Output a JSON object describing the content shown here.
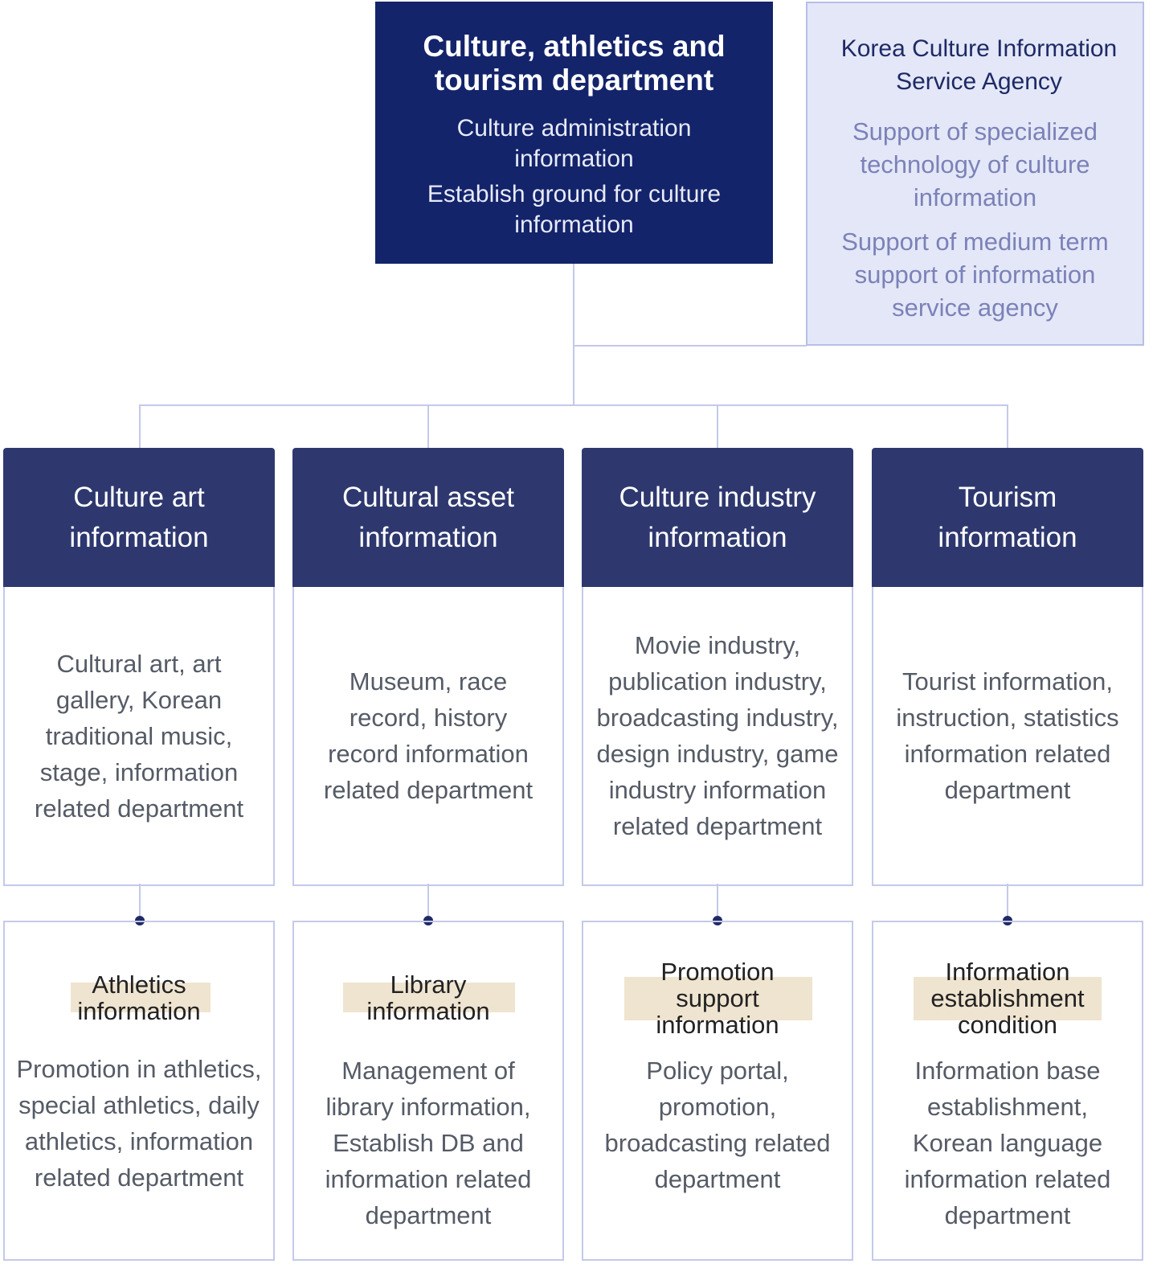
{
  "main_department": {
    "title": "Culture, athletics and tourism department",
    "items": [
      "Culture administration information",
      "Establish ground for culture information"
    ]
  },
  "agency": {
    "title": "Korea Culture Information Service Agency",
    "items": [
      "Support of specialized technology of culture information",
      "Support of medium term support of information service agency"
    ]
  },
  "departments": [
    {
      "title": "Culture art information",
      "description": "Cultural art, art gallery, Korean traditional music, stage, information related department",
      "sub_title": "Athletics information",
      "sub_description": "Promotion in athletics, special athletics, daily athletics, information related department"
    },
    {
      "title": "Cultural asset information",
      "description": "Museum, race record, history record information related department",
      "sub_title": "Library information",
      "sub_description": "Management of library information, Establish DB and information related department"
    },
    {
      "title": "Culture industry information",
      "description": "Movie industry, publication industry, broadcasting industry, design industry, game industry information related department",
      "sub_title": "Promotion support information",
      "sub_description": "Policy portal, promotion, broadcasting related department"
    },
    {
      "title": "Tourism information",
      "description": "Tourist information, instruction, statistics information related department",
      "sub_title": "Information establishment condition",
      "sub_description": "Information base establishment, Korean language information related department"
    }
  ],
  "colors": {
    "main_box": "#13246b",
    "dept_header": "#2e386f",
    "agency_fill": "#e4e7f7",
    "connector": "#c4c9ea",
    "highlight": "#efe4d0"
  }
}
